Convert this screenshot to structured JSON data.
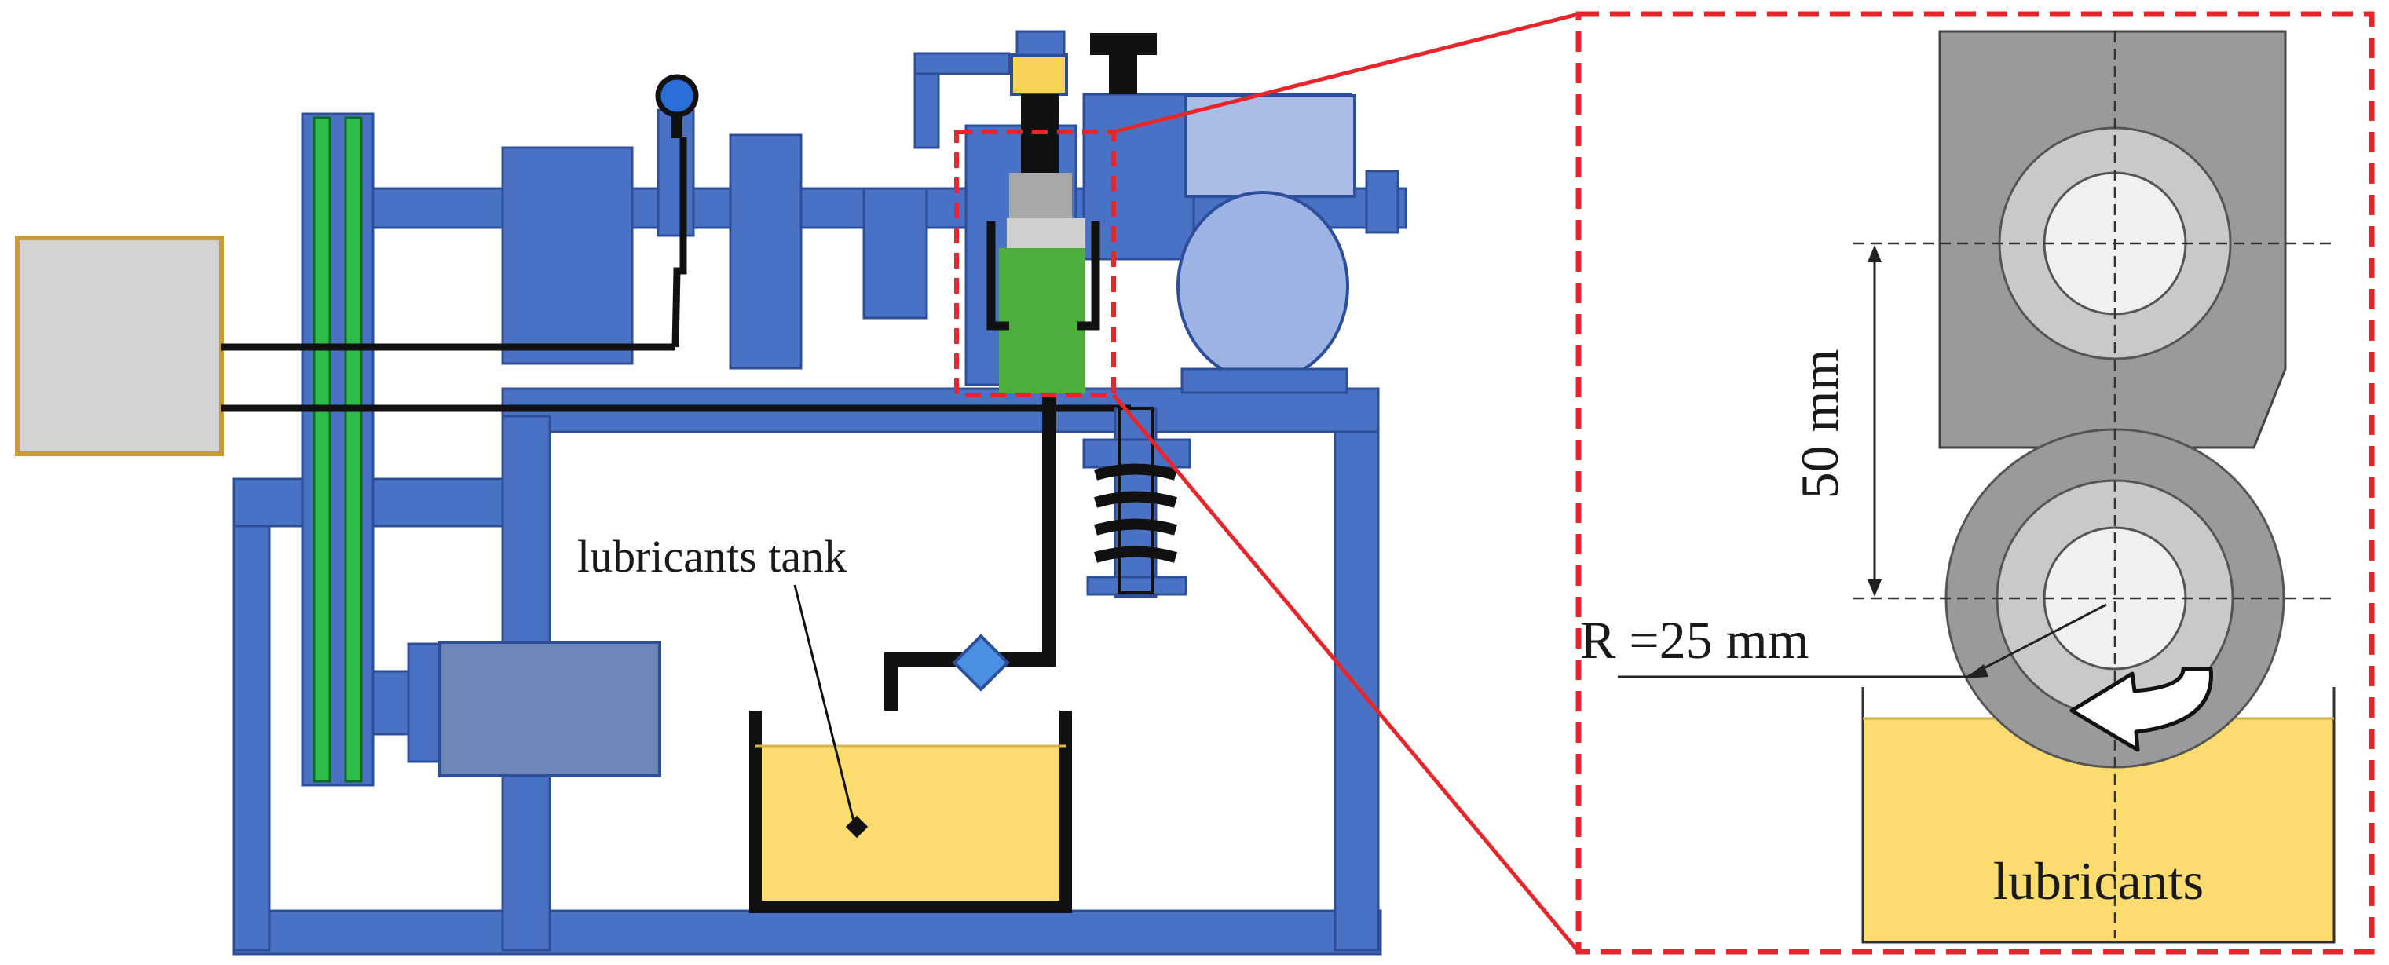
{
  "labels": {
    "tank": "lubricants tank",
    "distance": "50 mm",
    "radius": "R =25 mm",
    "bath": "lubricants"
  },
  "colors": {
    "frame_blue": "#4a72c4",
    "frame_stroke": "#2d4f9a",
    "belt_green": "#2dbb4a",
    "lubricant_yellow": "#fcdc6e",
    "highlight_red": "#e8252a",
    "control_box": "#d3d3d3",
    "control_box_border": "#c79a3a",
    "motor_grey_blue": "#6f86b8",
    "roller_light": "#a9bde6",
    "specimen_grey": "#9a9a9a",
    "ring_grey": "#c9c9c9",
    "specimen_green": "#4caf3c",
    "wire_black": "#111111"
  },
  "icons": {
    "flow_valve": "diamond-valve-icon",
    "rotation_arrow": "curved-rotation-arrow-icon",
    "gauge": "pressure-gauge-icon"
  }
}
